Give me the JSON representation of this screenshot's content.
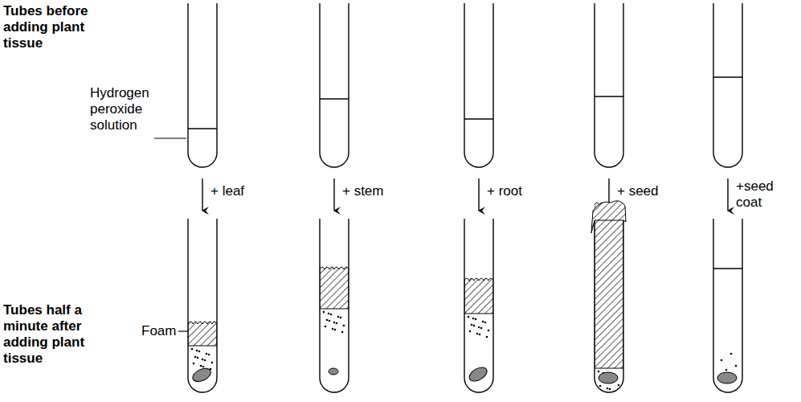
{
  "diagram": {
    "labels": [
      "Tubes before adding plant tissue",
      "Hydrogen peroxide solution",
      "+ leaf",
      "+ stem",
      "+ root",
      "+ seed",
      "+seed coat",
      "Tubes half a minute after adding plant tissue",
      "Foam"
    ]
  }
}
